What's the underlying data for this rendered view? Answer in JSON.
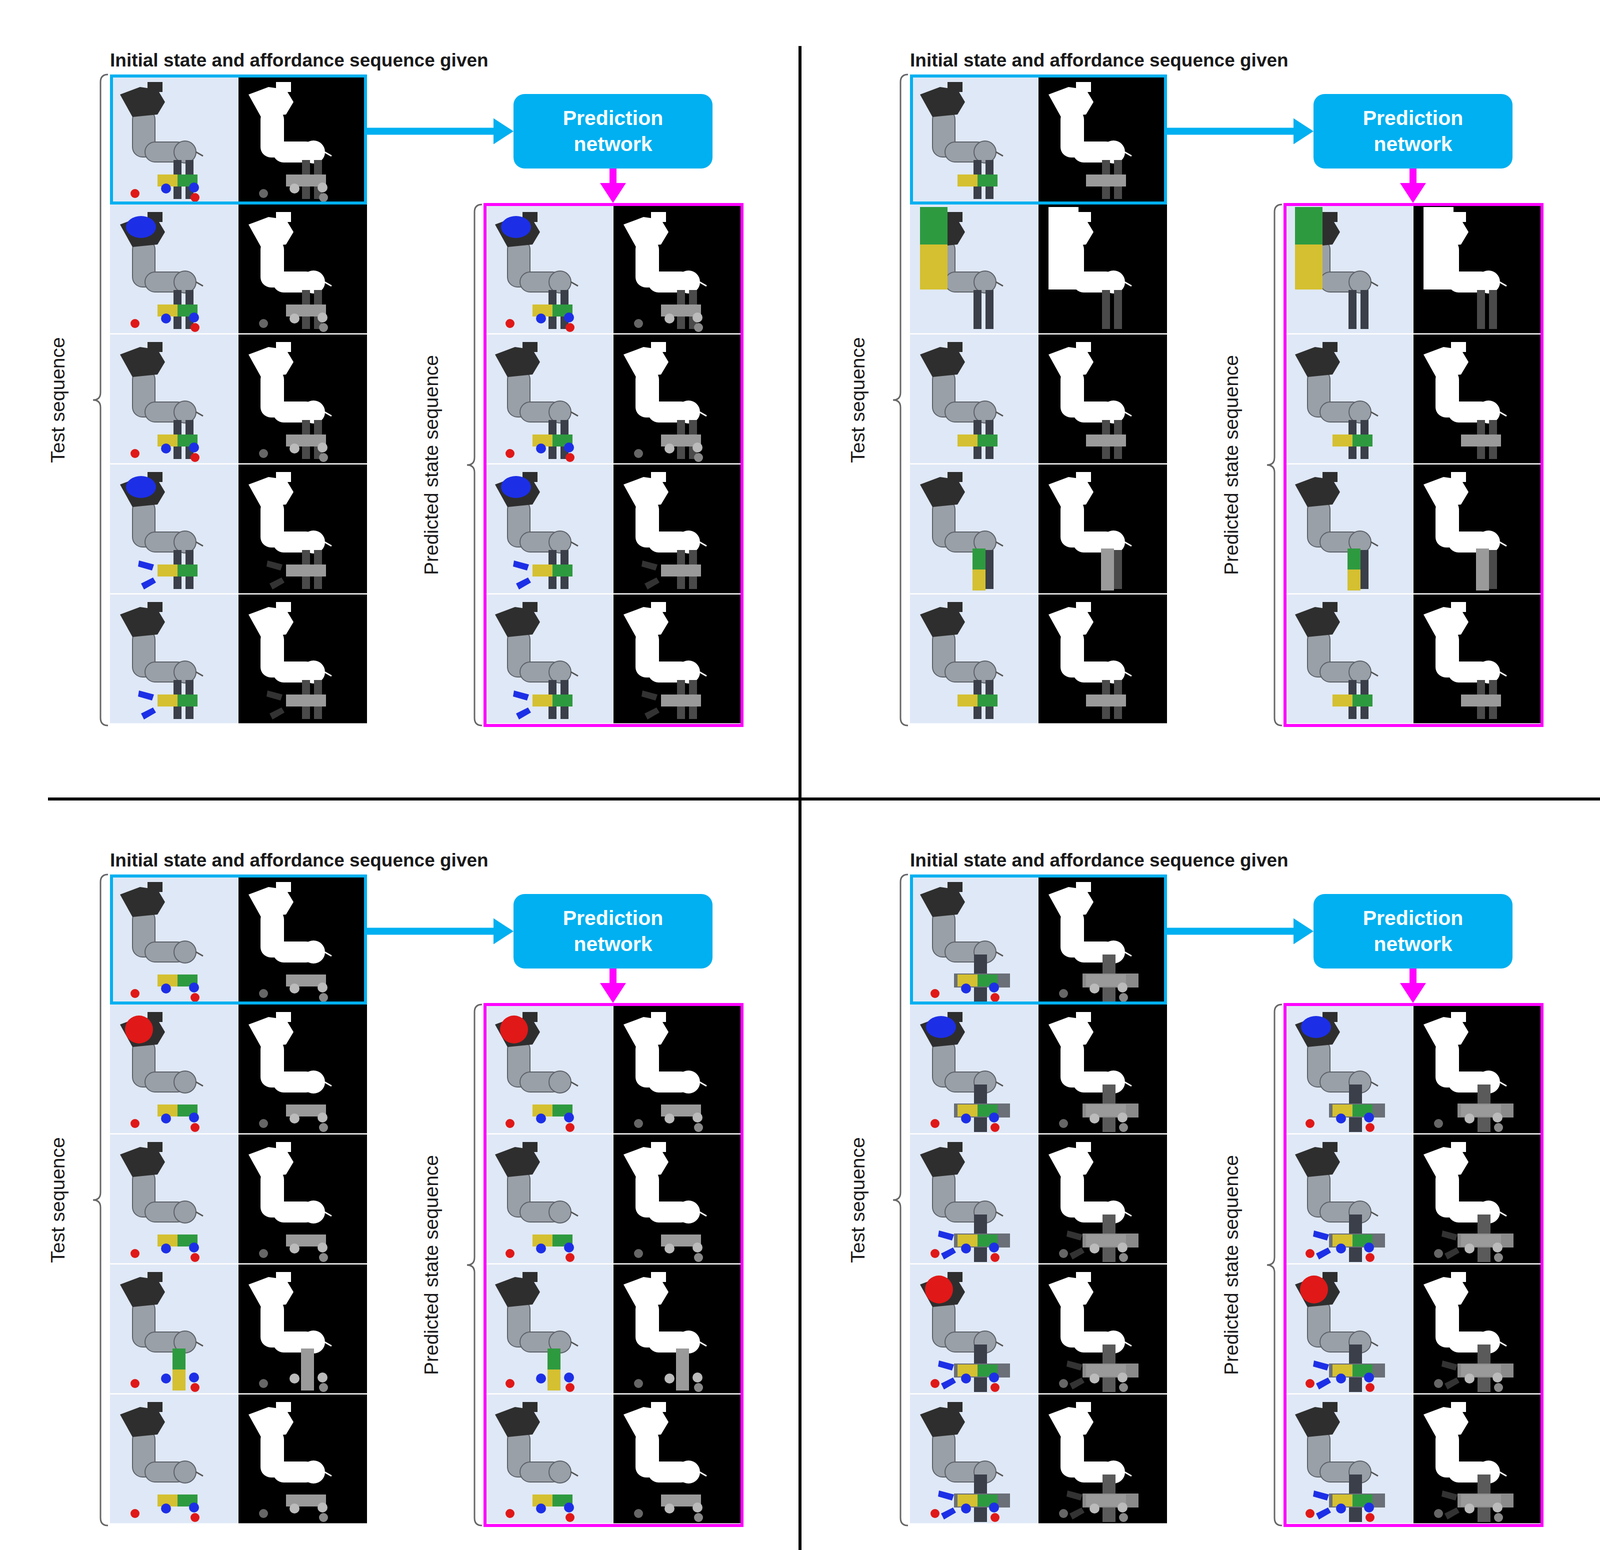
{
  "diagram": {
    "nodes": [
      {
        "text": [
          "Initial state and affordance sequence given"
        ]
      },
      {
        "text": [
          "Prediction network"
        ]
      },
      {
        "text": [
          "Predicted state sequence"
        ]
      },
      {
        "text": [
          "Initial state and affordance sequence given"
        ]
      },
      {
        "text": [
          "Prediction network"
        ]
      },
      {
        "text": [
          "Predicted state sequence"
        ]
      },
      {
        "text": [
          "Initial state and affordance sequence given"
        ]
      },
      {
        "text": [
          "Prediction network"
        ]
      },
      {
        "text": [
          "Predicted state sequence"
        ]
      },
      {
        "text": [
          "Initial state and affordance sequence given"
        ]
      },
      {
        "text": [
          "Prediction network"
        ]
      },
      {
        "text": [
          "Predicted state sequence"
        ]
      }
    ],
    "edges": [
      {
        "from": 0,
        "to": 1,
        "arrow": "to"
      },
      {
        "from": 1,
        "to": 2,
        "arrow": "to"
      },
      {
        "from": 3,
        "to": 4,
        "arrow": "to"
      },
      {
        "from": 4,
        "to": 5,
        "arrow": "to"
      },
      {
        "from": 6,
        "to": 7,
        "arrow": "to"
      },
      {
        "from": 7,
        "to": 8,
        "arrow": "to"
      },
      {
        "from": 9,
        "to": 10,
        "arrow": "to"
      },
      {
        "from": 10,
        "to": 11,
        "arrow": "to"
      }
    ],
    "labels": [
      "Test sequence",
      "Test sequence",
      "Test sequence",
      "Test sequence"
    ]
  }
}
